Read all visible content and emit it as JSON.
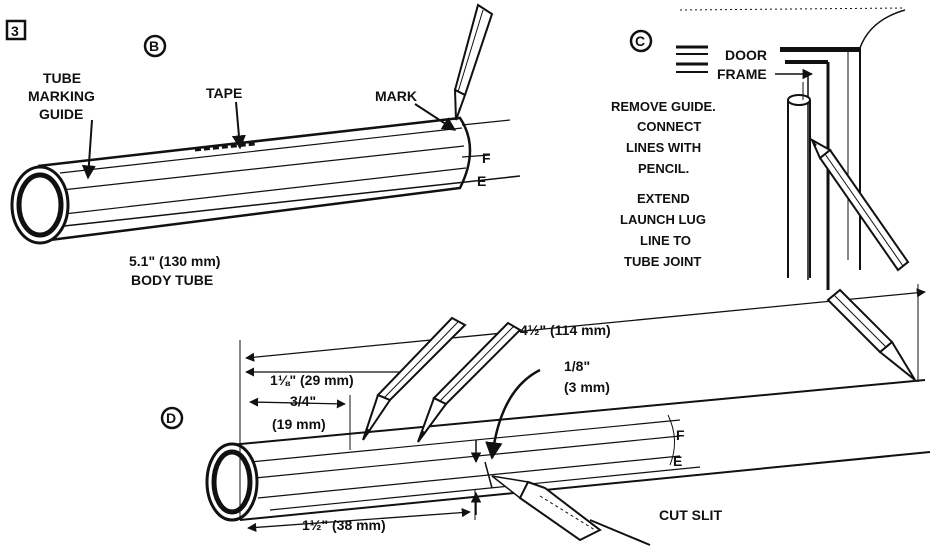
{
  "step_number": "3",
  "panels": {
    "b": {
      "marker": "B",
      "labels": {
        "tube_marking_guide_1": "TUBE",
        "tube_marking_guide_2": "MARKING",
        "tube_marking_guide_3": "GUIDE",
        "tape": "TAPE",
        "mark": "MARK",
        "body_tube_1": "5.1\" (130 mm)",
        "body_tube_2": "BODY TUBE",
        "line_f": "F",
        "line_e": "E"
      }
    },
    "c": {
      "marker": "C",
      "labels": {
        "door": "DOOR",
        "frame": "FRAME",
        "instr_1": "REMOVE GUIDE.",
        "instr_2": "CONNECT",
        "instr_3": "LINES WITH",
        "instr_4": "PENCIL.",
        "instr_5": "EXTEND",
        "instr_6": "LAUNCH LUG",
        "instr_7": "LINE TO",
        "instr_8": "TUBE JOINT"
      }
    },
    "d": {
      "marker": "D",
      "labels": {
        "dim_total": "4½\" (114 mm)",
        "dim_1_1_8": "1⅛\" (29 mm)",
        "dim_3_4_a": "3/4\"",
        "dim_3_4_b": "(19 mm)",
        "dim_1_8_a": "1/8\"",
        "dim_1_8_b": "(3 mm)",
        "dim_1_1_2": "1½\" (38 mm)",
        "cut_slit": "CUT SLIT",
        "line_f": "F",
        "line_e": "E"
      }
    }
  },
  "colors": {
    "ink": "#111111",
    "paper": "#ffffff"
  }
}
